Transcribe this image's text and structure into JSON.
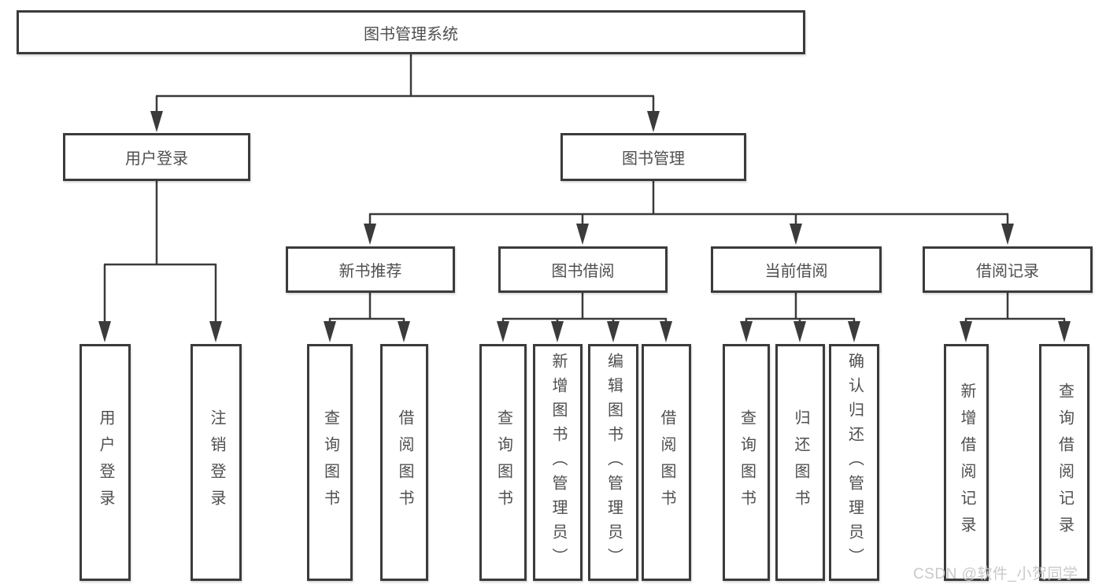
{
  "tree": {
    "root": "图书管理系统",
    "user_login": {
      "label": "用户登录",
      "children": {
        "login": "用户登录",
        "logout": "注销登录"
      }
    },
    "book_mgmt": {
      "label": "图书管理",
      "children": {
        "new_books": {
          "label": "新书推荐",
          "children": {
            "query": "查询图书",
            "borrow": "借阅图书"
          }
        },
        "borrowing": {
          "label": "图书借阅",
          "children": {
            "query": "查询图书",
            "add": "新增图书（管理员）",
            "edit": "编辑图书（管理员）",
            "borrow": "借阅图书"
          }
        },
        "current": {
          "label": "当前借阅",
          "children": {
            "query": "查询图书",
            "return": "归还图书",
            "confirm": "确认归还（管理员）"
          }
        },
        "records": {
          "label": "借阅记录",
          "children": {
            "add": "新增借阅记录",
            "query": "查询借阅记录"
          }
        }
      }
    }
  },
  "watermark": {
    "text": "CSDN @软件_小贺同学"
  },
  "colors": {
    "line": "#3b3b3b",
    "text": "#4f4f4f",
    "box_fill": "#ffffff",
    "watermark": "#c9c9c9"
  }
}
